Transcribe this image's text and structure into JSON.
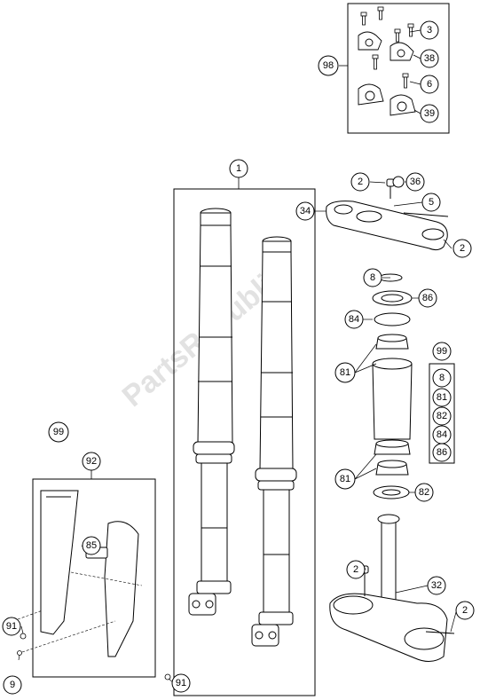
{
  "watermark": "PartsRepublik",
  "callouts": {
    "c1": "1",
    "c2a": "2",
    "c2b": "2",
    "c2c": "2",
    "c2d": "2",
    "c3": "3",
    "c5": "5",
    "c6": "6",
    "c8a": "8",
    "c8b": "8",
    "c9": "9",
    "c32": "32",
    "c34": "34",
    "c36": "36",
    "c38": "38",
    "c39": "39",
    "c81a": "81",
    "c81b": "81",
    "c81c": "81",
    "c82a": "82",
    "c82b": "82",
    "c84a": "84",
    "c84b": "84",
    "c85": "85",
    "c86a": "86",
    "c86b": "86",
    "c91a": "91",
    "c91b": "91",
    "c92": "92",
    "c98": "98",
    "c99a": "99",
    "c99b": "99"
  },
  "colors": {
    "line": "#000000",
    "part_fill": "#ffffff",
    "hatch": "#7a7a7a",
    "box": "#000000"
  }
}
